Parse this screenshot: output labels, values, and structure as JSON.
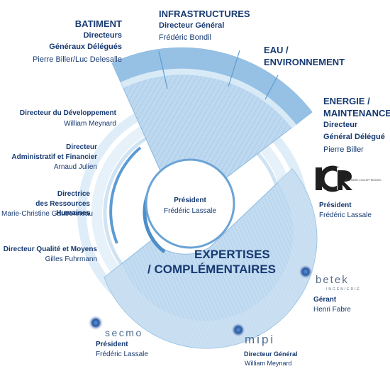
{
  "sectors": {
    "batiment": {
      "title": "BATIMENT",
      "role1": "Directeurs",
      "role2": "Généraux Délégués",
      "names": "Pierre Biller/Luc Delesalle"
    },
    "infrastructures": {
      "title": "INFRASTRUCTURES",
      "role": "Directeur Général",
      "name": "Frédéric Bondil"
    },
    "eau": {
      "line1": "EAU /",
      "line2": "ENVIRONNEMENT"
    },
    "energie": {
      "line1": "ENERGIE /",
      "line2": "MAINTENANCE",
      "role1": "Directeur",
      "role2": "Général Délégué",
      "name": "Pierre Biller"
    },
    "expertises": {
      "line1": "EXPERTISES",
      "line2": "/ COMPLÉMENTAIRES"
    }
  },
  "center": {
    "role": "Président",
    "name": "Frédéric Lassale"
  },
  "directors": [
    {
      "role1": "Directeur du Développement",
      "role2": "",
      "name": "William Meynard"
    },
    {
      "role1": "Directeur",
      "role2": "Administratif et Financier",
      "name": "Arnaud Julien"
    },
    {
      "role1": "Directrice",
      "role2": "des Ressources Humaines",
      "name": "Marie-Christine Gautronneau"
    },
    {
      "role1": "Directeur Qualité et Moyens",
      "role2": "",
      "name": "Gilles Fuhrmann"
    }
  ],
  "subsidiaries": {
    "icr": {
      "logo": "ICR",
      "tagline": "INGENIERIE CONCEPT REUNION",
      "role": "Président",
      "name": "Frédéric Lassale"
    },
    "betek": {
      "logo": "betek",
      "tagline": "INGÉNIERIE",
      "role": "Gérant",
      "name": "Henri Fabre"
    },
    "secmo": {
      "logo": "secmo",
      "role": "Président",
      "name": "Frédéric Lassale"
    },
    "mipi": {
      "logo": "mipi",
      "role": "Directeur Général",
      "name": "William Meynard"
    }
  },
  "colors": {
    "navy": "#173a72",
    "ring_light": "#d2e6f5",
    "ring_mid": "#7fb2dc",
    "ring_dark": "#3b7fc0",
    "sector_fill": "#bcd7ee"
  }
}
